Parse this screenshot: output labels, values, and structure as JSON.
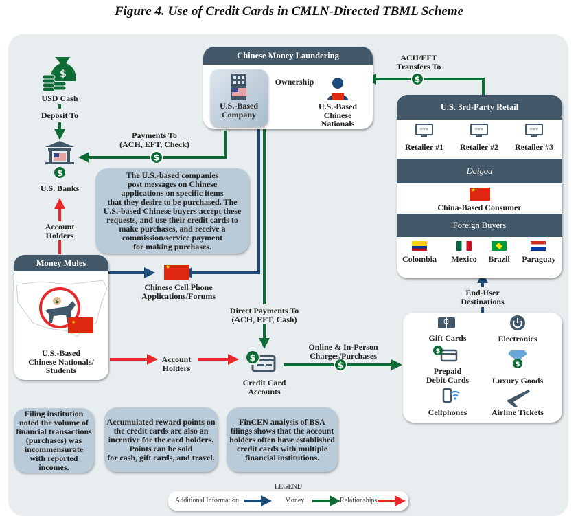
{
  "title": "Figure 4. Use of Credit Cards in CMLN-Directed TBML Scheme",
  "colors": {
    "money": "#0f6b35",
    "info": "#1c4b7a",
    "relationship": "#e8282b",
    "header": "#425868",
    "note": "#b9cbd8",
    "panel": "#e8edf0"
  },
  "usd_cash": {
    "label": "USD Cash",
    "icon": "money-bag-icon",
    "edge_label": "Deposit To"
  },
  "us_banks": {
    "label": "U.S. Banks",
    "icon": "bank-icon"
  },
  "payments_to": {
    "line1": "Payments To",
    "line2": "(ACH, EFT, Check)"
  },
  "cml_box": {
    "header": "Chinese Money Laundering",
    "company": {
      "line1": "U.S.-Based",
      "line2": "Company",
      "icon": "building-icon"
    },
    "ownership": "Ownership",
    "nationals": {
      "line1": "U.S.-Based",
      "line2": "Chinese",
      "line3": "Nationals",
      "icon": "person-icon"
    }
  },
  "ach_transfers": {
    "line1": "ACH/EFT",
    "line2": "Transfers To"
  },
  "retail_box": {
    "header": "U.S. 3rd-Party Retail",
    "retailers": [
      "Retailer #1",
      "Retailer #2",
      "Retailer #3"
    ],
    "daigou": "Daigou",
    "china_consumer": "China-Based Consumer",
    "foreign_header": "Foreign Buyers",
    "countries": [
      "Colombia",
      "Mexico",
      "Brazil",
      "Paraguay"
    ]
  },
  "end_user": {
    "line1": "End-User",
    "line2": "Destinations"
  },
  "center_note": [
    "The U.S.-based companies",
    "post messages on Chinese",
    "applications on specific items",
    "that they desire to be purchased. The",
    "U.S.-based Chinese buyers accept these",
    "requests, and use their credit cards to",
    "make purchases, and receive a",
    "commission/service payment",
    "for making purchases."
  ],
  "account_holders_up": {
    "line1": "Account",
    "line2": "Holders"
  },
  "money_mules": {
    "header": "Money Mules",
    "line1": "U.S.-Based",
    "line2": "Chinese Nationals/",
    "line3": "Students"
  },
  "cell_apps": {
    "line1": "Chinese Cell Phone",
    "line2": "Applications/Forums"
  },
  "direct_payments": {
    "line1": "Direct Payments To",
    "line2": "(ACH, EFT, Cash)"
  },
  "account_holders_right": {
    "line1": "Account",
    "line2": "Holders"
  },
  "credit_card": {
    "line1": "Credit Card",
    "line2": "Accounts"
  },
  "online_charges": {
    "line1": "Online & In-Person",
    "line2": "Charges/Purchases"
  },
  "destinations": [
    {
      "label": "Gift Cards",
      "icon": "gift-card-icon"
    },
    {
      "label": "Electronics",
      "icon": "power-icon"
    },
    {
      "label": "Prepaid Debit Cards",
      "icon": "prepaid-card-icon"
    },
    {
      "label": "Luxury Goods",
      "icon": "diamond-icon"
    },
    {
      "label": "Cellphones",
      "icon": "cellphone-icon"
    },
    {
      "label": "Airline Tickets",
      "icon": "airplane-icon"
    }
  ],
  "notes": {
    "filing": [
      "Filing institution",
      "noted the volume of",
      "financial transactions",
      "(purchases) was",
      "incommensurate",
      "with reported incomes."
    ],
    "rewards": [
      "Accumulated reward points on",
      "the credit cards are also an",
      "incentive for the card holders.",
      "Points can be sold",
      "for cash, gift cards, and travel."
    ],
    "fincen": [
      "FinCEN analysis of BSA",
      "filings shows that the account",
      "holders often have established",
      "credit cards with multiple",
      "financial institutions."
    ]
  },
  "legend": {
    "title": "LEGEND",
    "items": [
      "Additional Information",
      "Money",
      "Relationships"
    ]
  }
}
